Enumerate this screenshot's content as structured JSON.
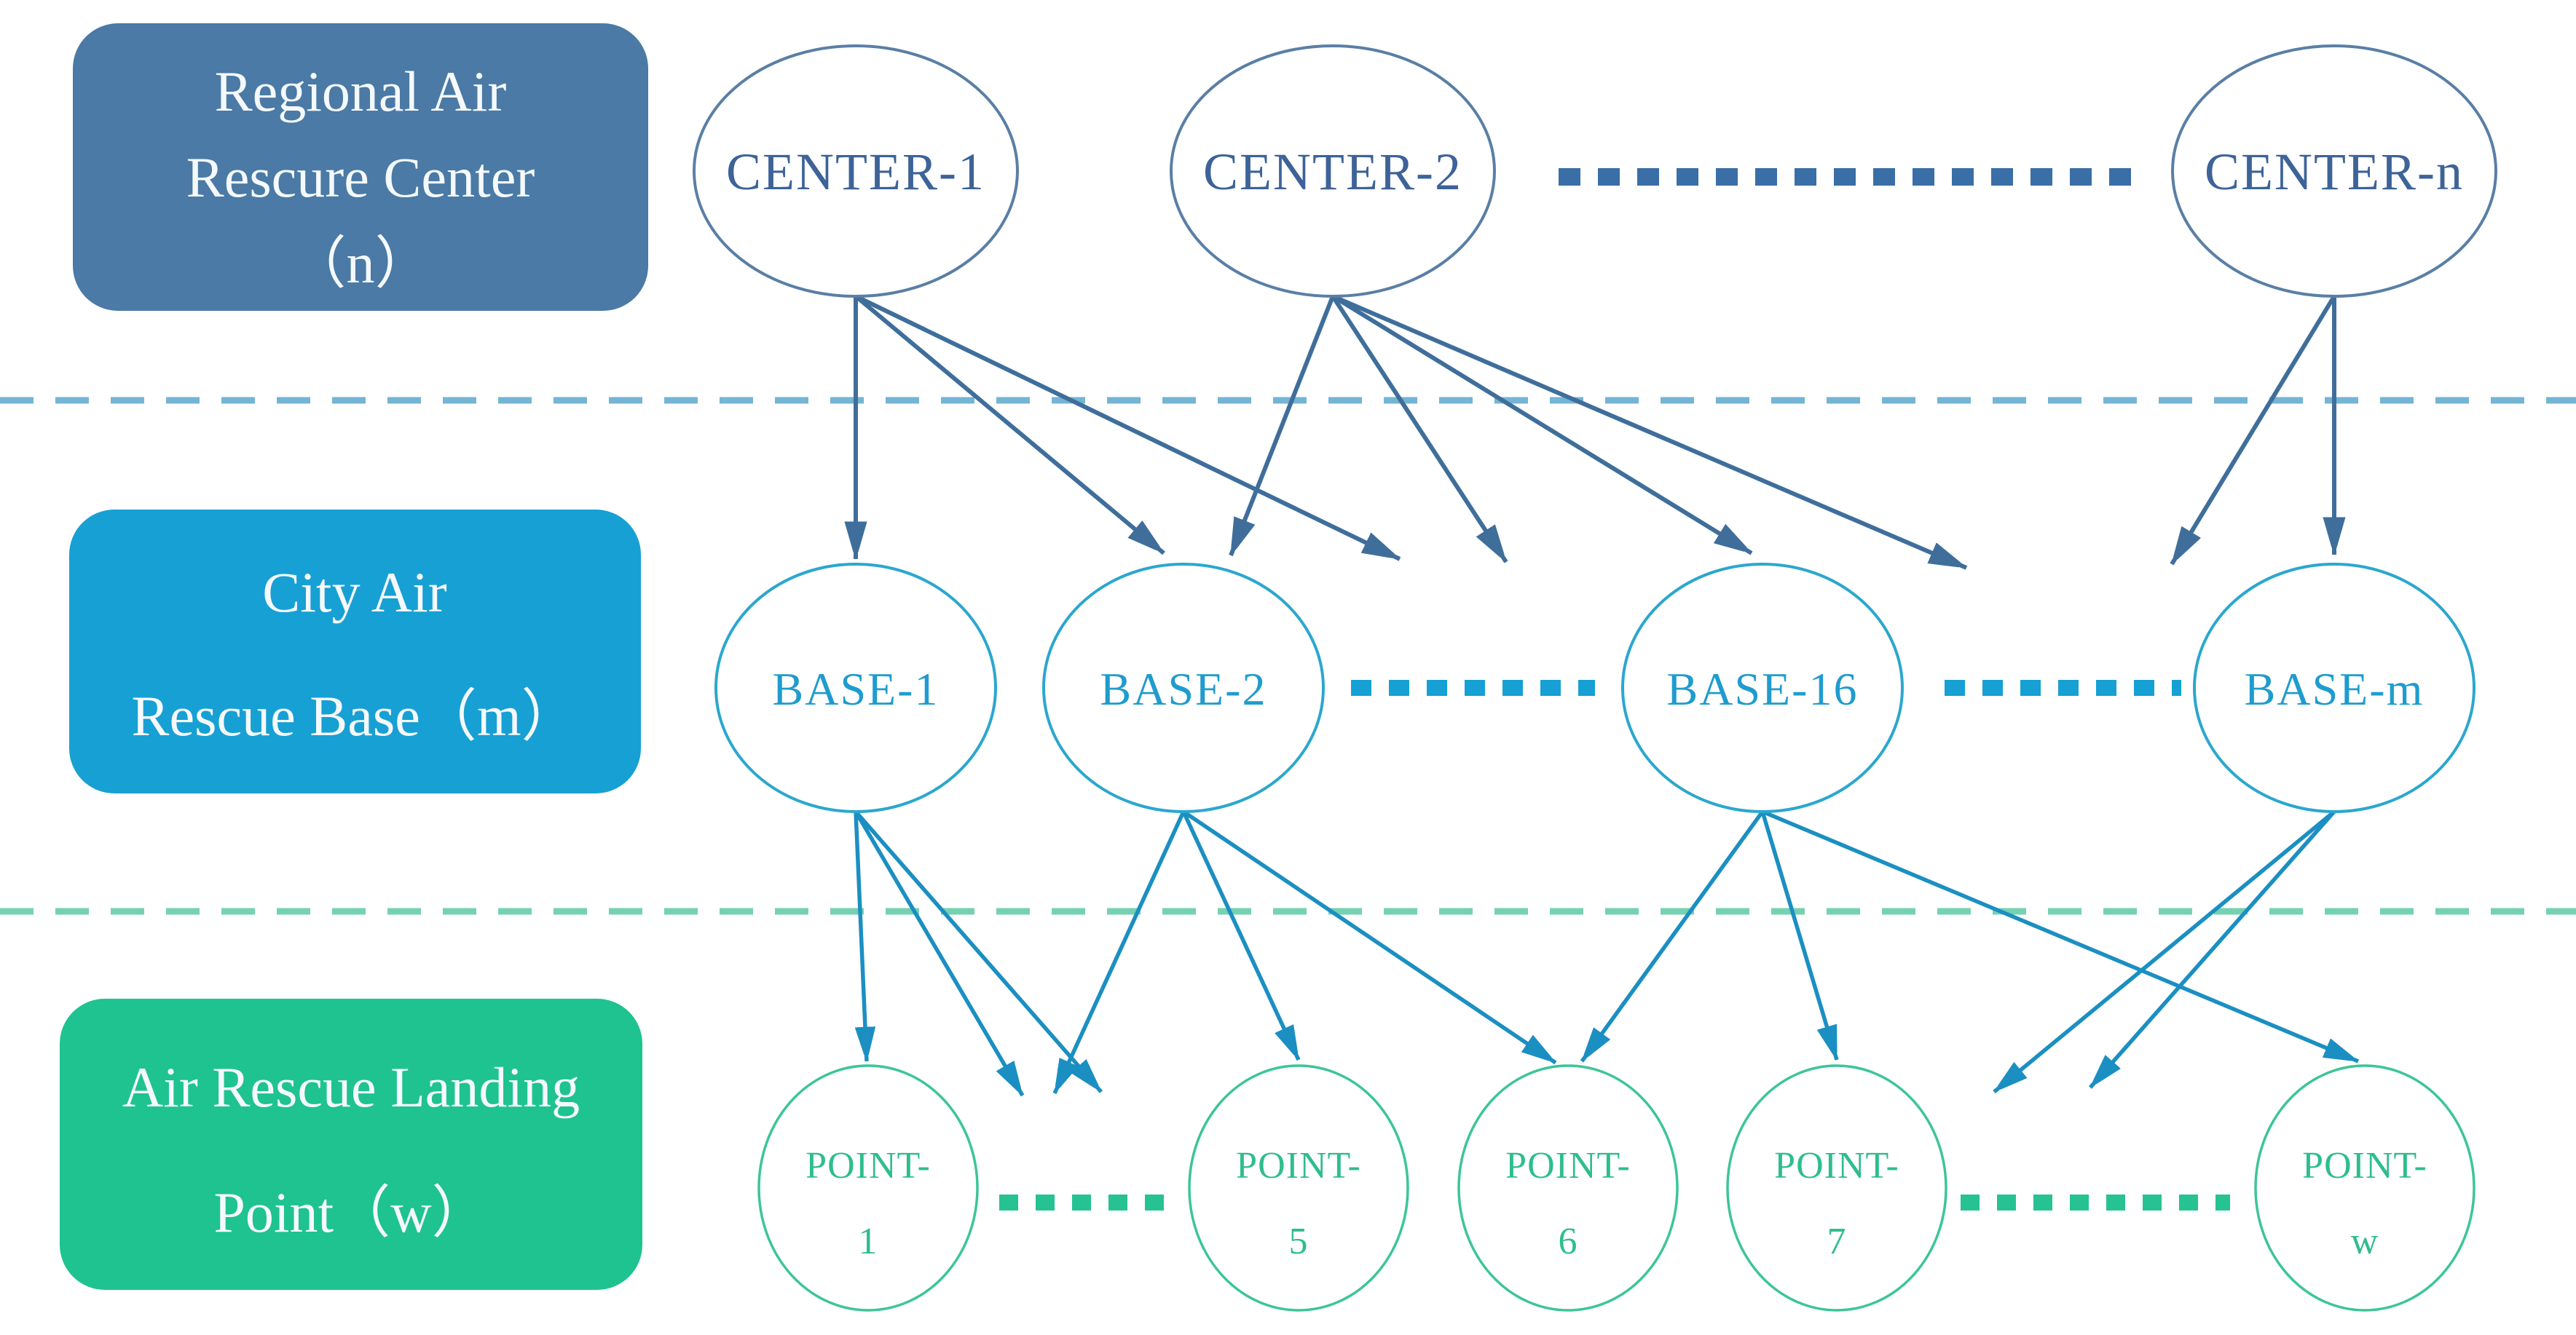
{
  "diagram": {
    "title_boxes": [
      {
        "color": "#4a7aa5",
        "lines": [
          "Regional Air",
          "Rescure Center",
          "（n）"
        ]
      },
      {
        "color": "#17a0d4",
        "lines": [
          "City Air",
          "Rescue Base（m）"
        ]
      },
      {
        "color": "#1ec390",
        "lines": [
          "Air Rescue Landing",
          "Point（w）"
        ]
      }
    ],
    "centers": [
      {
        "label": "CENTER-1"
      },
      {
        "label": "CENTER-2"
      },
      {
        "label": "CENTER-n"
      }
    ],
    "bases": [
      {
        "label": "BASE-1"
      },
      {
        "label": "BASE-2"
      },
      {
        "label": "BASE-16"
      },
      {
        "label": "BASE-m"
      }
    ],
    "points": [
      {
        "top": "POINT-",
        "bottom": "1"
      },
      {
        "top": "POINT-",
        "bottom": "5"
      },
      {
        "top": "POINT-",
        "bottom": "6"
      },
      {
        "top": "POINT-",
        "bottom": "7"
      },
      {
        "top": "POINT-",
        "bottom": "w"
      }
    ],
    "colors": {
      "regional_box": "#4a7aa5",
      "city_box": "#17a0d4",
      "landing_box": "#1ec390",
      "center_stroke": "#5a7fa5",
      "center_text": "#3d6398",
      "base_stroke": "#2ba7ce",
      "base_text": "#1f9cce",
      "point_stroke": "#3cc598",
      "point_text": "#2fbd8d",
      "center_to_base_arrow": "#3f6e9b",
      "base_to_point_arrow": "#1b8fc2",
      "separator_top": "#74b4d4",
      "separator_bottom": "#74d2b0"
    }
  }
}
